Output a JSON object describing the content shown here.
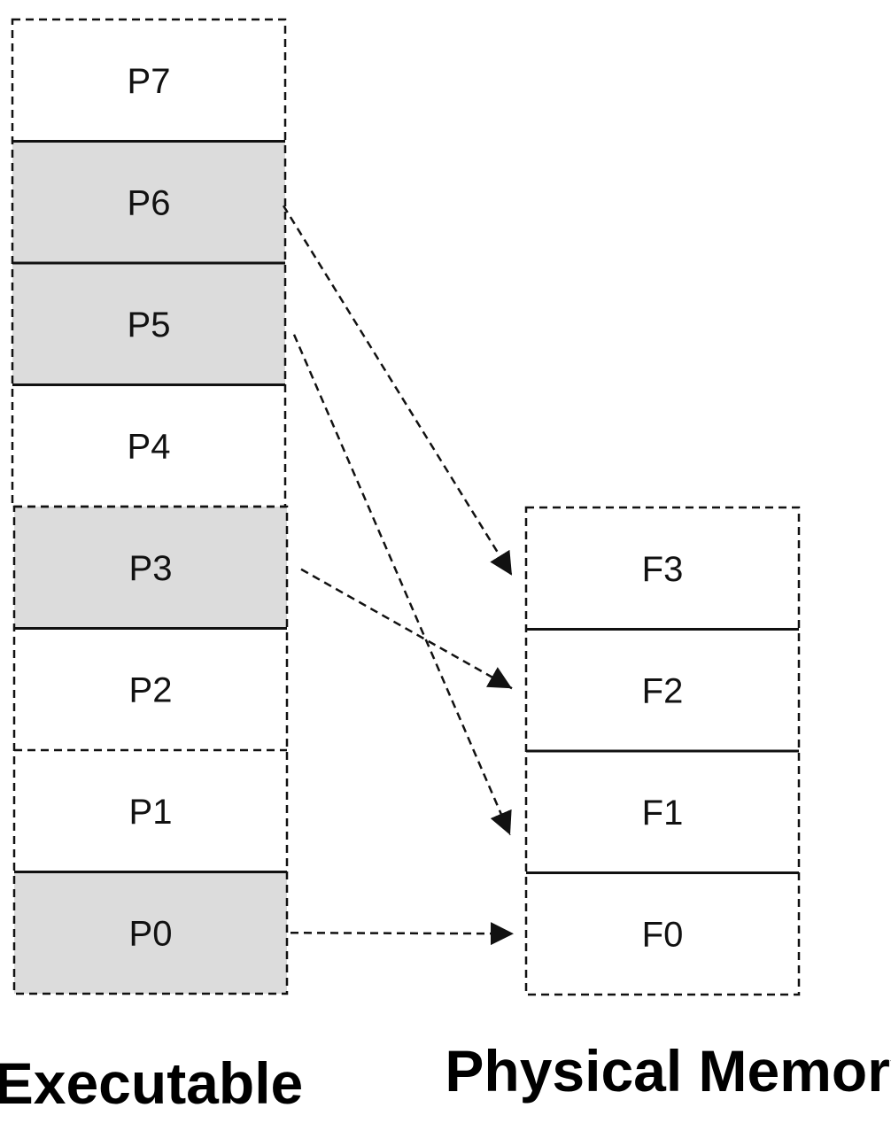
{
  "executable": {
    "title": "Executable",
    "pages": [
      {
        "label": "P7",
        "mapped": false
      },
      {
        "label": "P6",
        "mapped": true
      },
      {
        "label": "P5",
        "mapped": true
      },
      {
        "label": "P4",
        "mapped": false
      },
      {
        "label": "P3",
        "mapped": true
      },
      {
        "label": "P2",
        "mapped": false
      },
      {
        "label": "P1",
        "mapped": false
      },
      {
        "label": "P0",
        "mapped": true
      }
    ]
  },
  "physical_memory": {
    "title": "Physical Memory",
    "frames": [
      {
        "label": "F3"
      },
      {
        "label": "F2"
      },
      {
        "label": "F1"
      },
      {
        "label": "F0"
      }
    ]
  },
  "mappings": [
    {
      "from": "P6",
      "to": "F3"
    },
    {
      "from": "P5",
      "to": "F1"
    },
    {
      "from": "P3",
      "to": "F2"
    },
    {
      "from": "P0",
      "to": "F0"
    }
  ],
  "colors": {
    "mapped_fill": "#dcdcdc",
    "unmapped_fill": "#ffffff",
    "line": "#111111"
  }
}
